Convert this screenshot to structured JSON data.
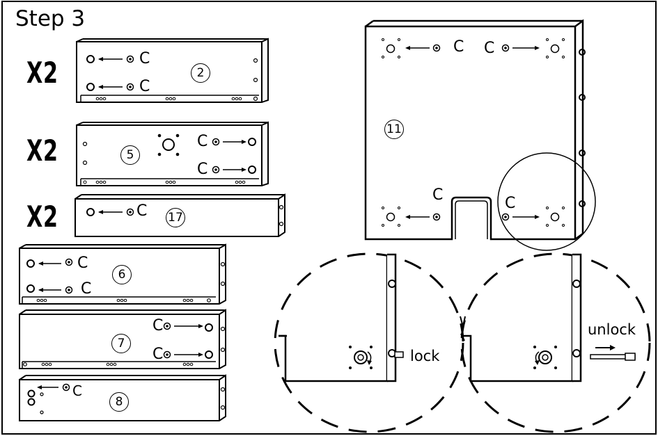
{
  "step_title": "Step 3",
  "quantities": {
    "panel_2": "X2",
    "panel_5": "X2",
    "panel_17": "X2"
  },
  "panel_numbers": {
    "p2": "2",
    "p5": "5",
    "p17": "17",
    "p6": "6",
    "p7": "7",
    "p8": "8",
    "p11": "11"
  },
  "cam_label": "C",
  "detail": {
    "lock": "lock",
    "unlock": "unlock"
  },
  "colors": {
    "line": "#000000",
    "background": "#ffffff"
  }
}
